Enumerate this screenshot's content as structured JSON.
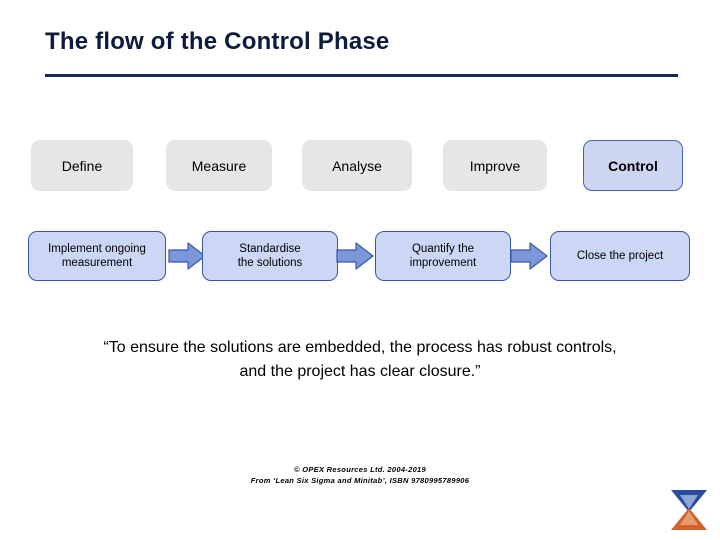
{
  "slide": {
    "title": "The flow of the Control Phase",
    "background_color": "#ffffff",
    "rule_color": "#16275a"
  },
  "phases": {
    "items": [
      {
        "label": "Define",
        "active": false
      },
      {
        "label": "Measure",
        "active": false
      },
      {
        "label": "Analyse",
        "active": false
      },
      {
        "label": "Improve",
        "active": false
      },
      {
        "label": "Control",
        "active": true
      }
    ],
    "inactive_color": "#e6e6e6",
    "active_color": "#ccd5f2",
    "active_border_color": "#4a63ad"
  },
  "steps": {
    "items": [
      {
        "line1": "Implement ongoing",
        "line2": "measurement"
      },
      {
        "line1": "Standardise",
        "line2": "the solutions"
      },
      {
        "line1": "Quantify the",
        "line2": "improvement"
      },
      {
        "line1": "Close the project",
        "line2": ""
      }
    ],
    "box_color": "#ccd6f5",
    "box_border_color": "#3c56a5",
    "arrow_color": "#7b96d9",
    "arrow_border_color": "#3c56a5",
    "arrow_icon": "arrow-right-icon",
    "arrow_count": 3
  },
  "quote": {
    "line1": "“To ensure the solutions are embedded, the process has",
    "line2": "robust controls, and the project has clear closure.”"
  },
  "footer": {
    "line1": "© OPEX Resources Ltd. 2004-2019",
    "line2": "From ‘Lean Six Sigma and Minitab’, ISBN 9780995789906"
  },
  "logo": {
    "name": "opex-hourglass-logo",
    "top_color": "#2c4b9b",
    "top_inner_color": "#8fa4d8",
    "bottom_color": "#d1622a",
    "bottom_inner_color": "#e79a6d"
  }
}
